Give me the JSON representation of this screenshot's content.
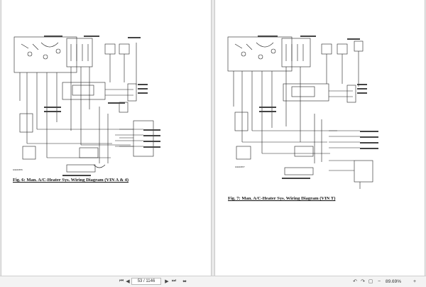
{
  "pages": {
    "left": {
      "caption": "Fig. 6: Man. A/C-Heater Sys. Wiring Diagram (VIN A & 4)",
      "diagram_code": "G90J0876"
    },
    "right": {
      "caption": "Fig. 7: Man. A/C-Heater Sys. Wiring Diagram (VIN T)",
      "diagram_code": "G90J0877"
    }
  },
  "toolbar": {
    "first_icon": "⏮",
    "prev_icon": "◀",
    "next_icon": "▶",
    "last_icon": "⏭",
    "page_indicator": "53 / 1146",
    "fit_width_icon": "⬌",
    "rotate_left_icon": "↶",
    "rotate_right_icon": "↷",
    "fit_page_icon": "▢",
    "zoom_out_icon": "−",
    "zoom_level": "89.69%",
    "zoom_in_icon": "+"
  }
}
